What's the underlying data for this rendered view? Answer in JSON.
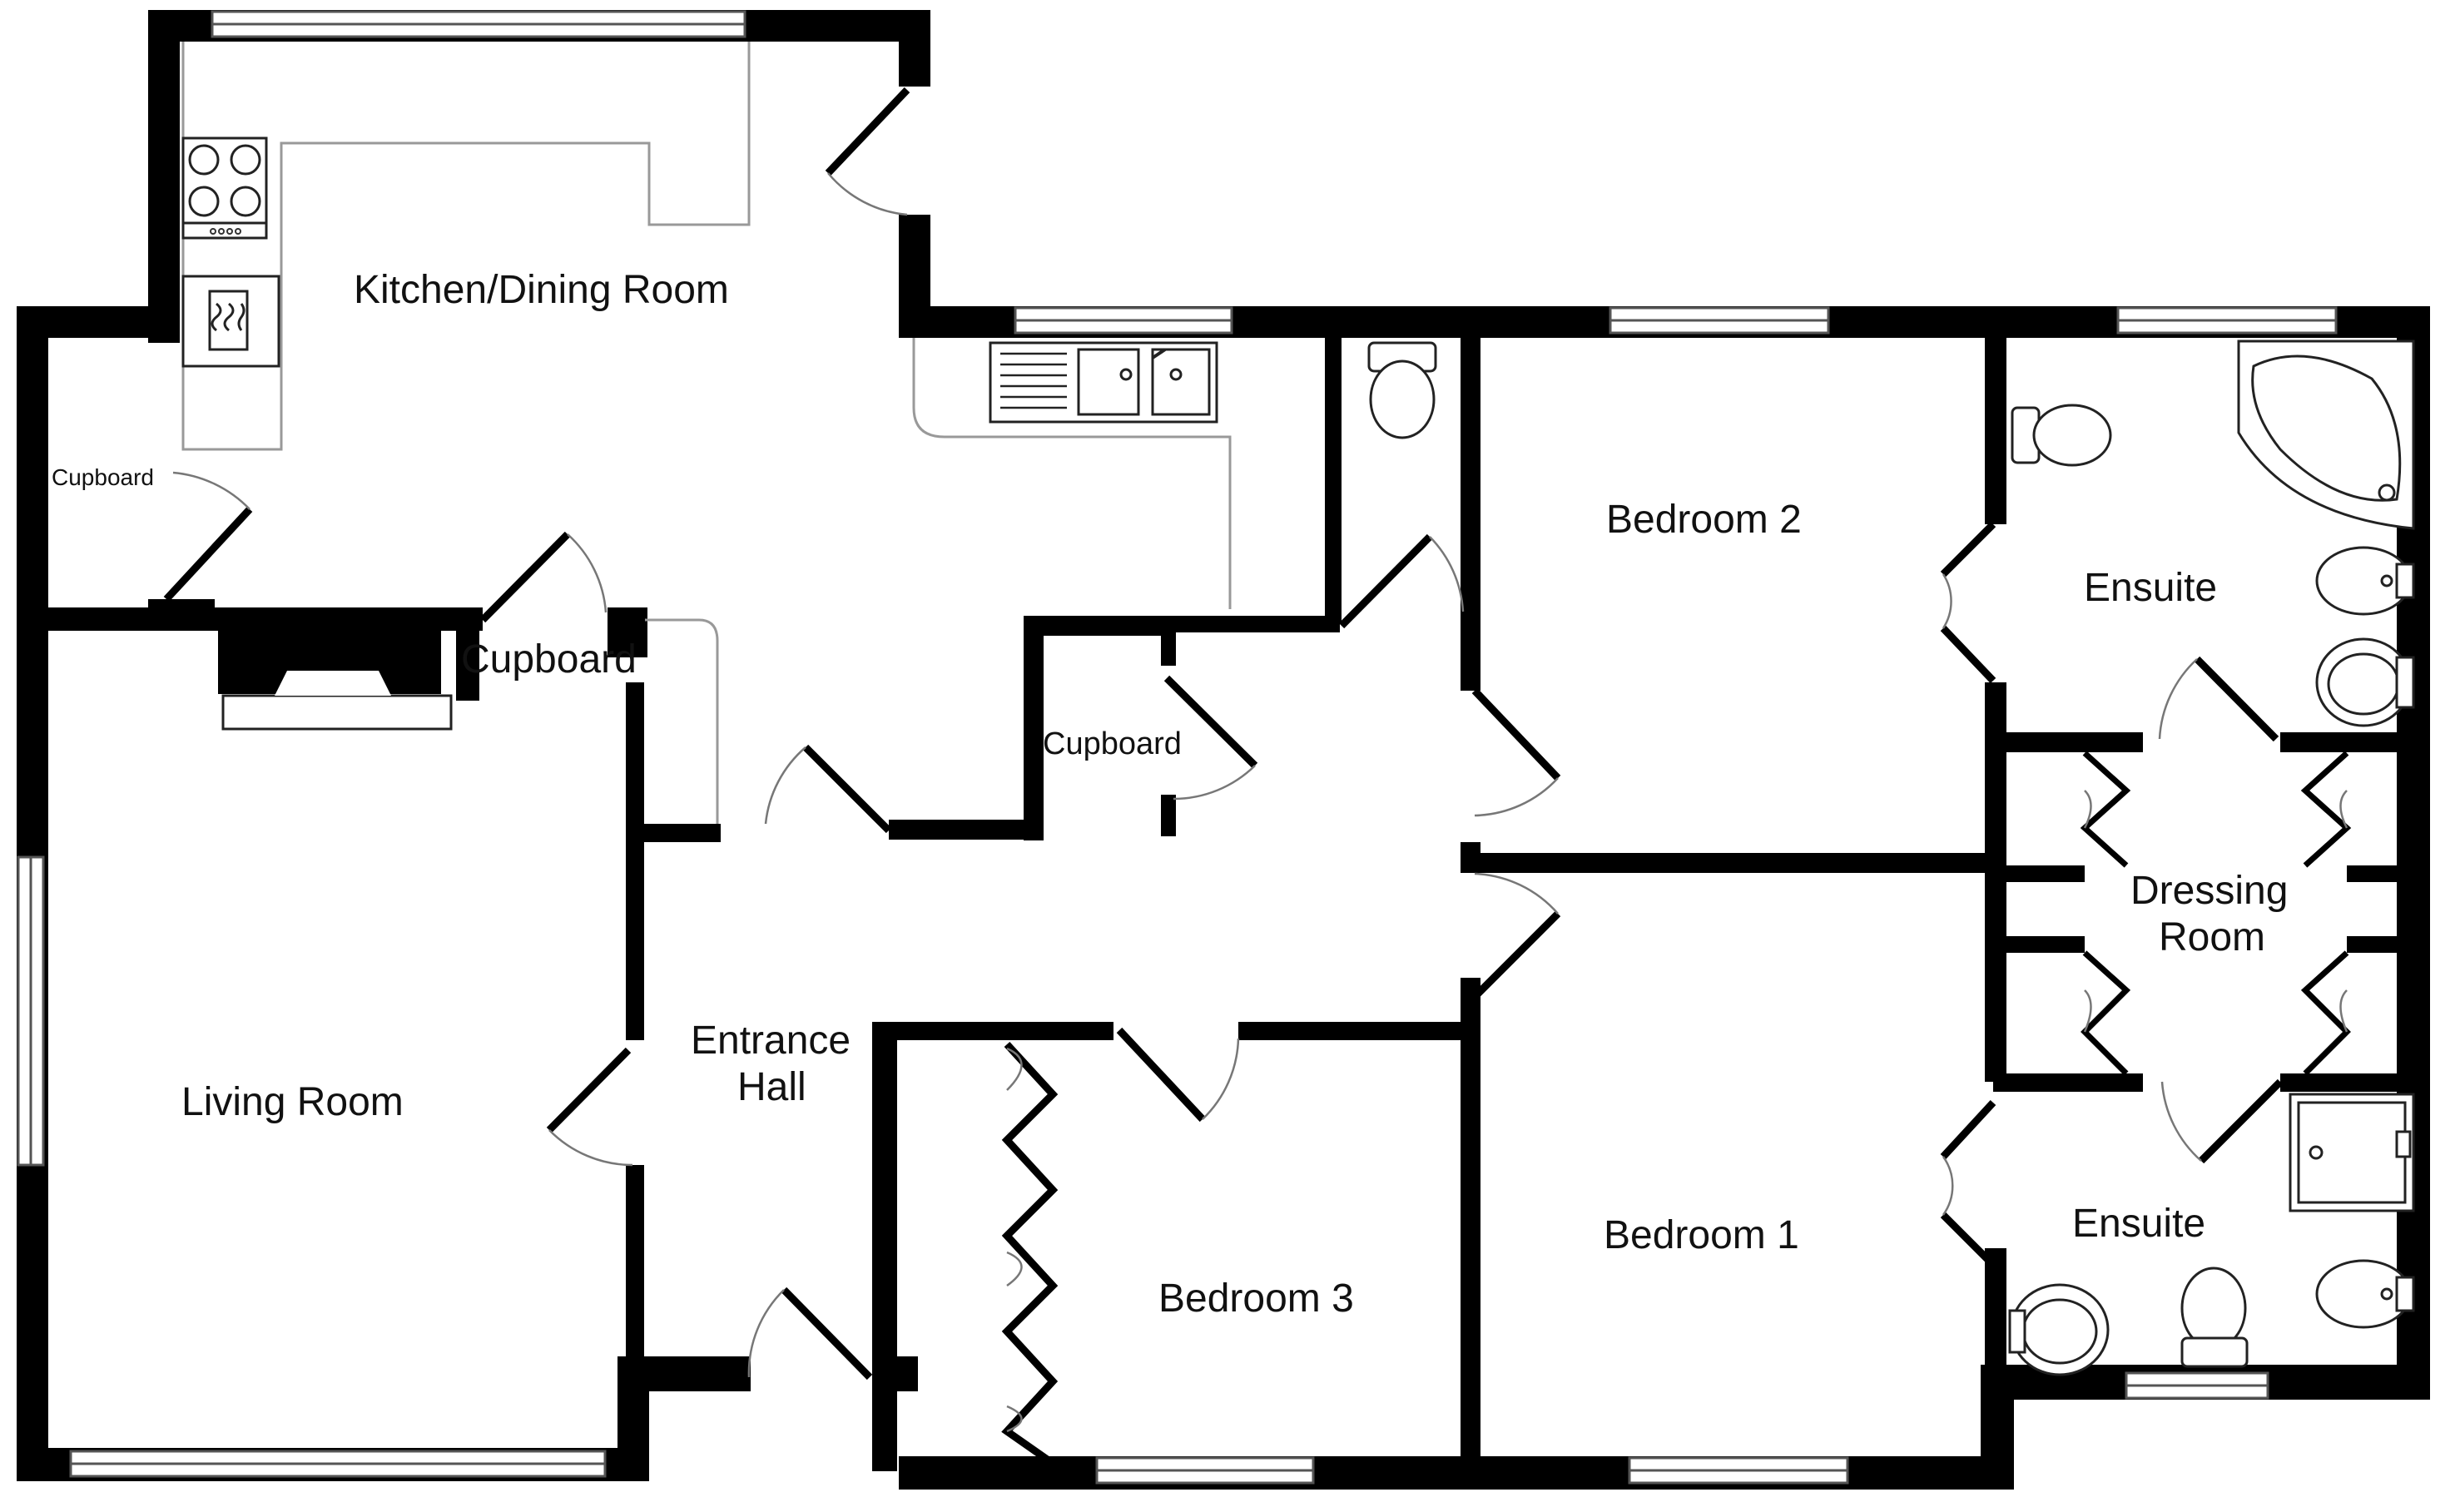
{
  "rooms": {
    "kitchen_dining": "Kitchen/Dining Room",
    "living": "Living Room",
    "entrance_hall": [
      "Entrance",
      "Hall"
    ],
    "bedroom1": "Bedroom 1",
    "bedroom2": "Bedroom 2",
    "bedroom3": "Bedroom 3",
    "ensuite_upper": "Ensuite",
    "ensuite_lower": "Ensuite",
    "dressing_room": [
      "Dressing",
      "Room"
    ],
    "cupboard_kitchen": "Cupboard",
    "cupboard_living": "Cupboard",
    "cupboard_hall": "Cupboard"
  },
  "colors": {
    "wall": "#000000",
    "fixture": "#222222",
    "counter": "#999999"
  }
}
